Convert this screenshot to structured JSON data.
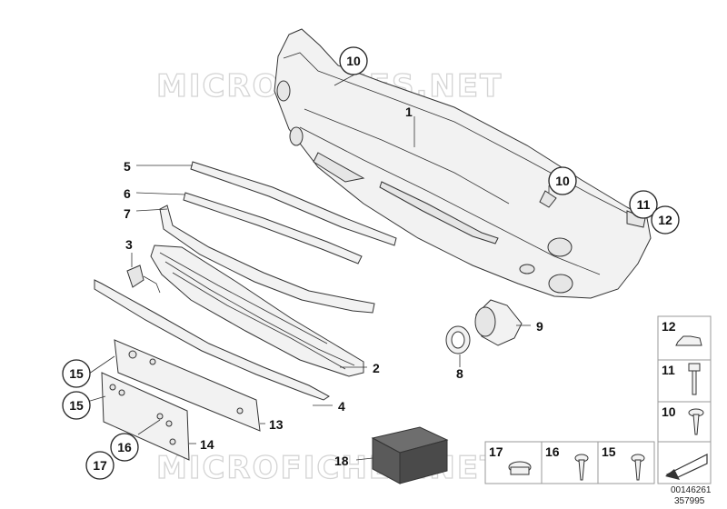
{
  "watermark": "MICROFICHES.NET",
  "labels": {
    "p1": "1",
    "p2": "2",
    "p3": "3",
    "p4": "4",
    "p5": "5",
    "p6": "6",
    "p7": "7",
    "p8": "8",
    "p9": "9",
    "p10a": "10",
    "p10b": "10",
    "p11": "11",
    "p12": "12",
    "p13": "13",
    "p14": "14",
    "p15a": "15",
    "p15b": "15",
    "p16": "16",
    "p17": "17",
    "p18": "18"
  },
  "legend": {
    "side": [
      "12",
      "11",
      "10"
    ],
    "bottom": [
      "17",
      "16",
      "15"
    ]
  },
  "footer": {
    "code1": "00146261",
    "code2": "357995"
  }
}
